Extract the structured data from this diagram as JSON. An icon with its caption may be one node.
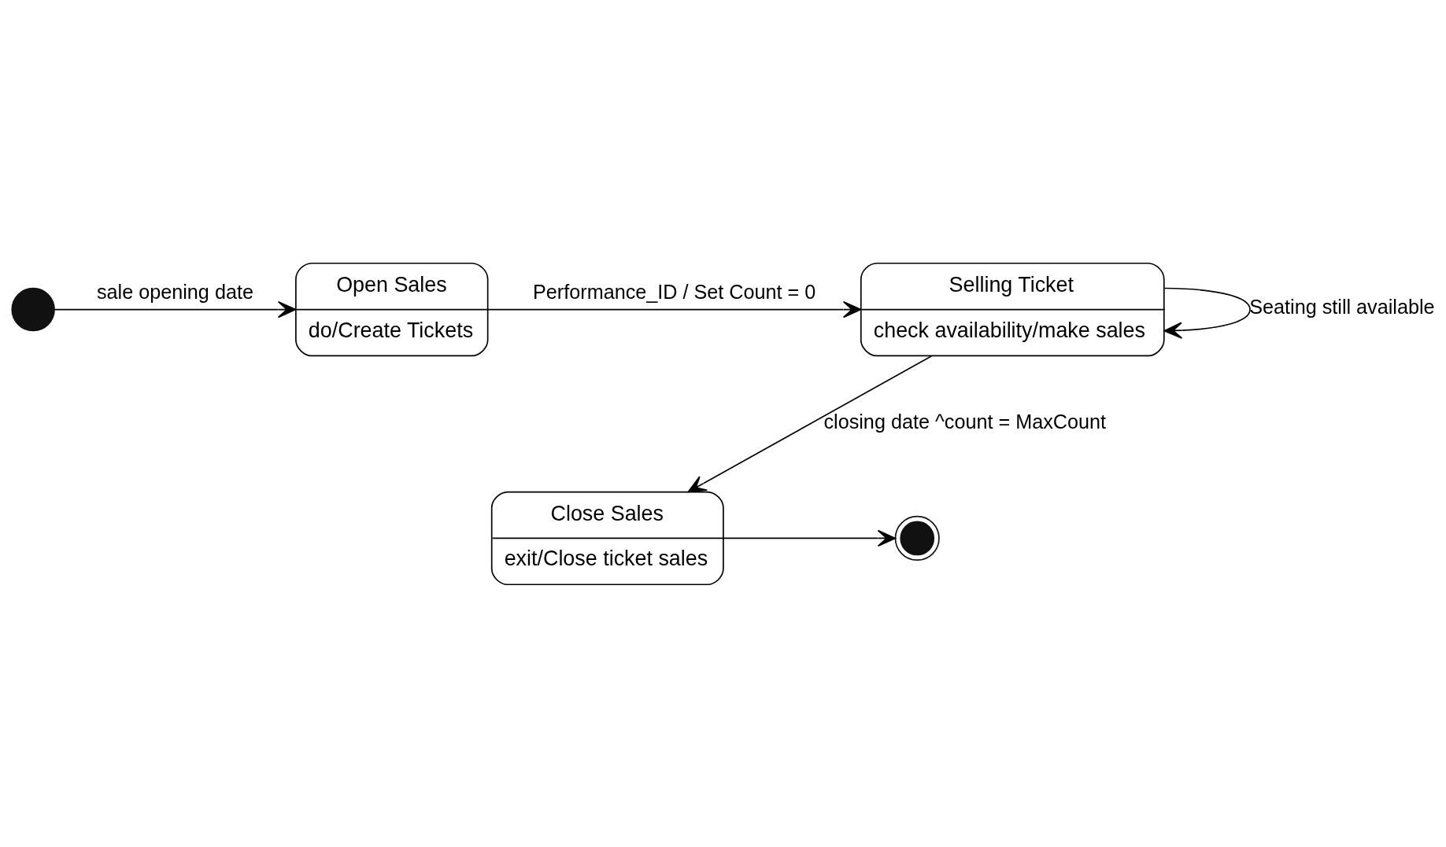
{
  "diagram": {
    "nodes": [
      {
        "text": [],
        "shape": "circle"
      },
      {
        "text": [
          "Open Sales",
          "do/Create Tickets"
        ]
      },
      {
        "text": [
          "Selling Ticket",
          "check availability/make sales"
        ]
      },
      {
        "text": [
          "Close Sales",
          "exit/Close ticket sales"
        ]
      },
      {
        "text": [],
        "shape": "bullseye"
      }
    ],
    "edges": [
      {
        "from": 0,
        "to": 1,
        "arrow": "to",
        "label": "sale opening date"
      },
      {
        "from": 1,
        "to": 2,
        "arrow": "to",
        "label": "Performance_ID / Set Count = 0"
      },
      {
        "from": 2,
        "to": 2,
        "arrow": "to",
        "label": "Seating still available"
      },
      {
        "from": 2,
        "to": 3,
        "arrow": "to",
        "label": "closing date ^count = MaxCount"
      },
      {
        "from": 3,
        "to": 4,
        "arrow": "to"
      }
    ]
  }
}
